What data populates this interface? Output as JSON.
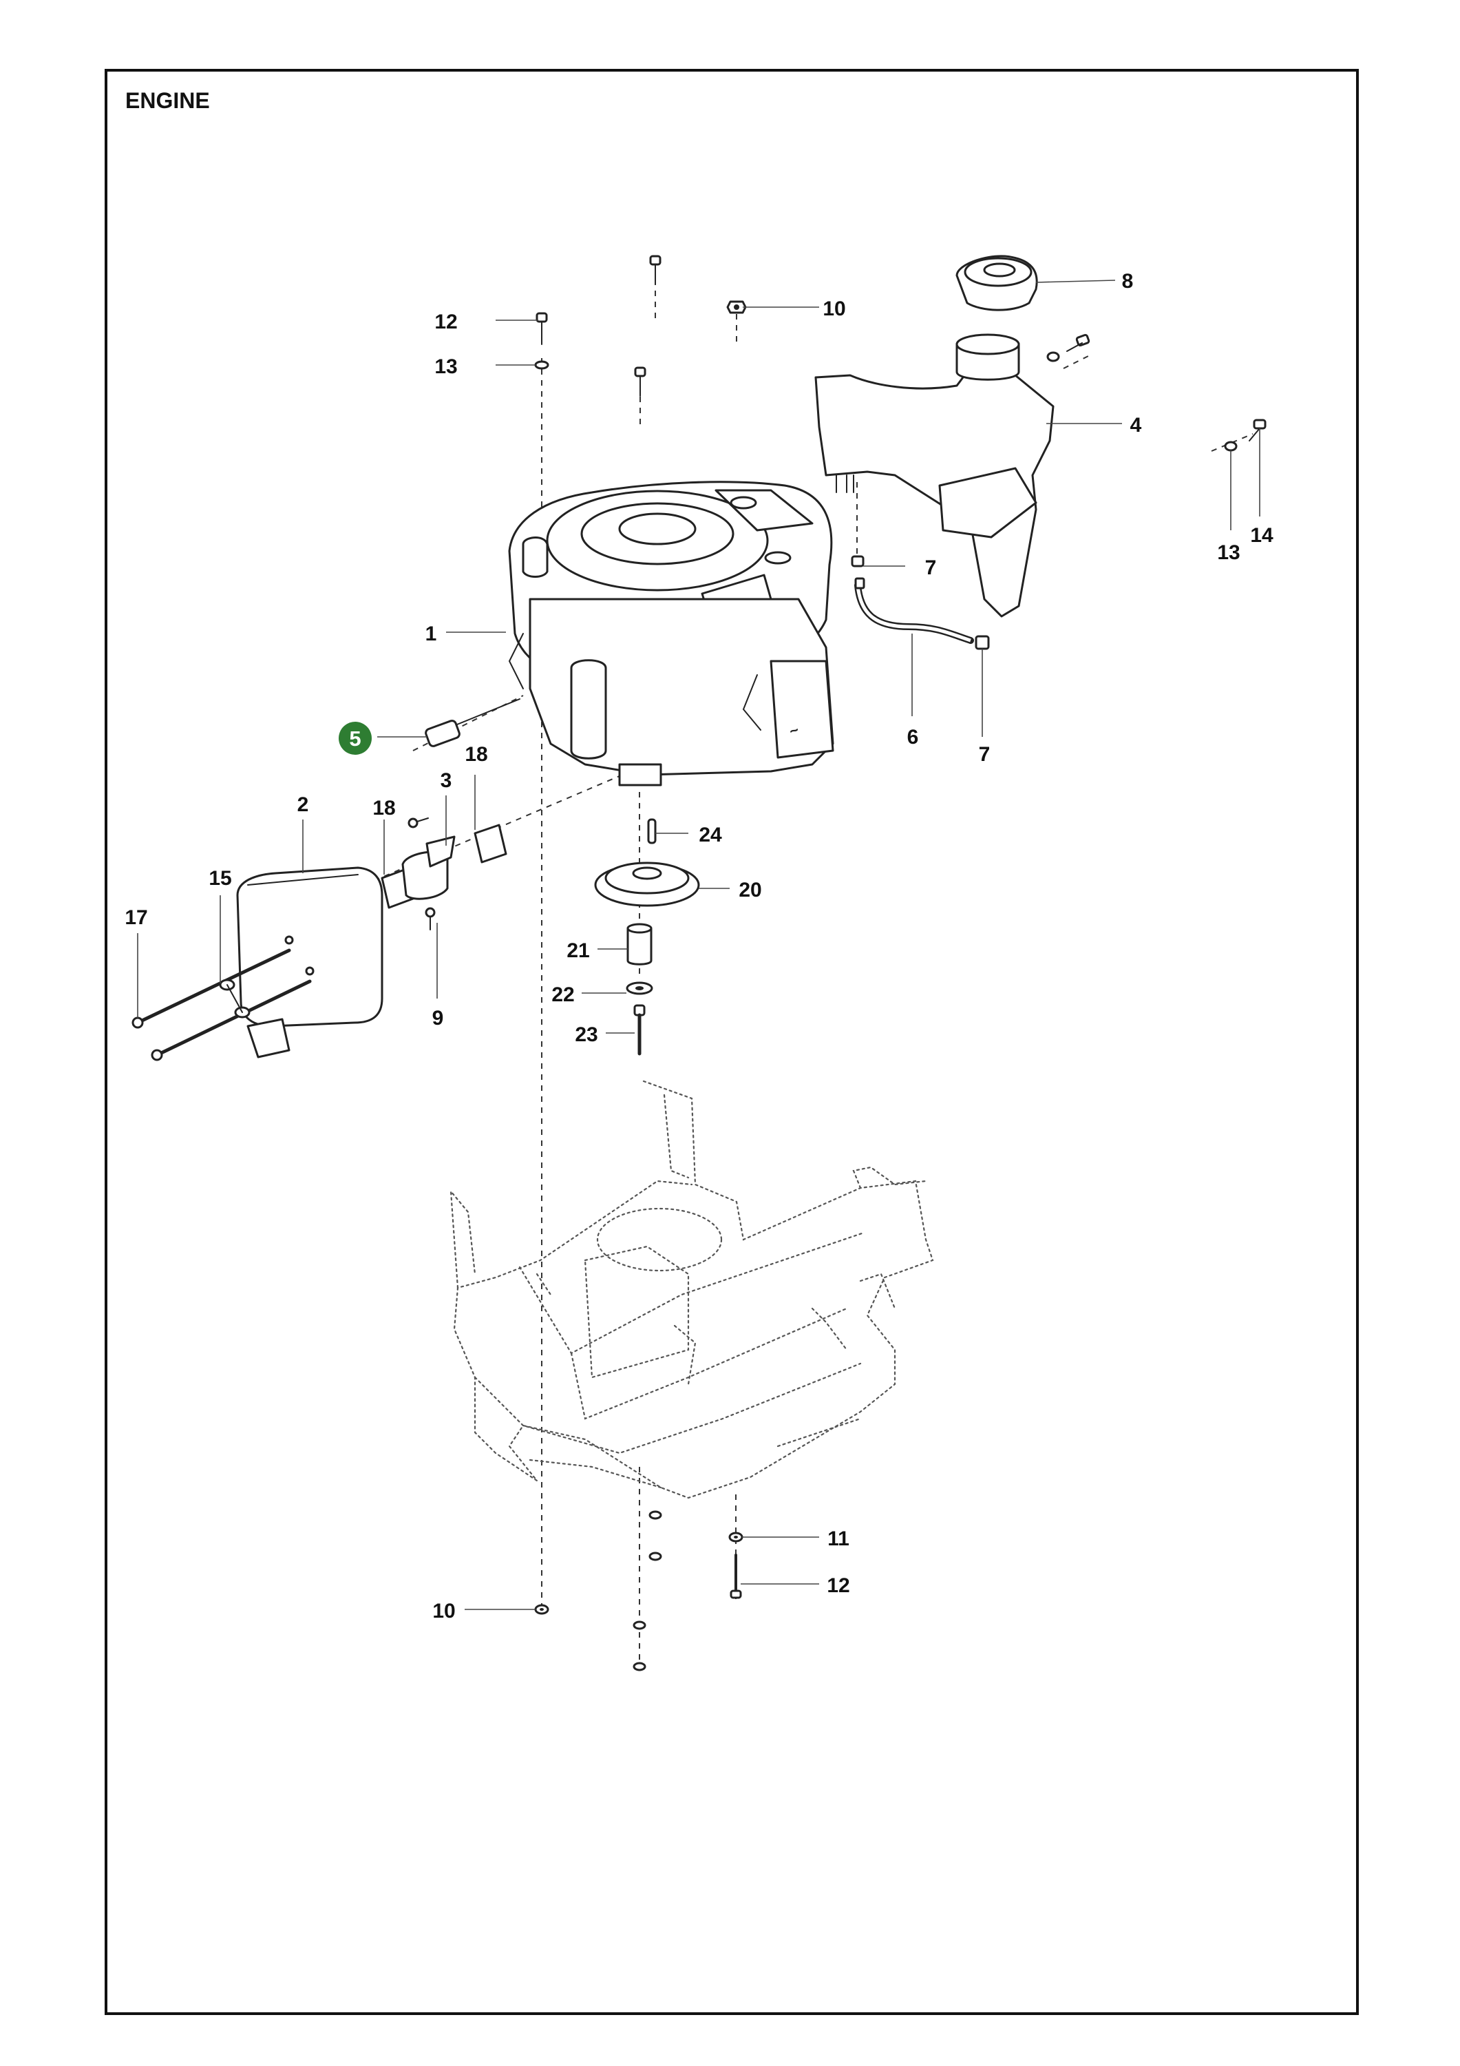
{
  "page": {
    "title": "ENGINE"
  },
  "highlight": {
    "number": "5",
    "color": "#2e7d32"
  },
  "callouts": {
    "c1": "1",
    "c2": "2",
    "c3": "3",
    "c4": "4",
    "c6": "6",
    "c7a": "7",
    "c7b": "7",
    "c8": "8",
    "c9": "9",
    "c10a": "10",
    "c10b": "10",
    "c11": "11",
    "c12a": "12",
    "c12b": "12",
    "c13a": "13",
    "c13b": "13",
    "c14": "14",
    "c15": "15",
    "c17": "17",
    "c18a": "18",
    "c18b": "18",
    "c20": "20",
    "c21": "21",
    "c22": "22",
    "c23": "23",
    "c24": "24"
  }
}
